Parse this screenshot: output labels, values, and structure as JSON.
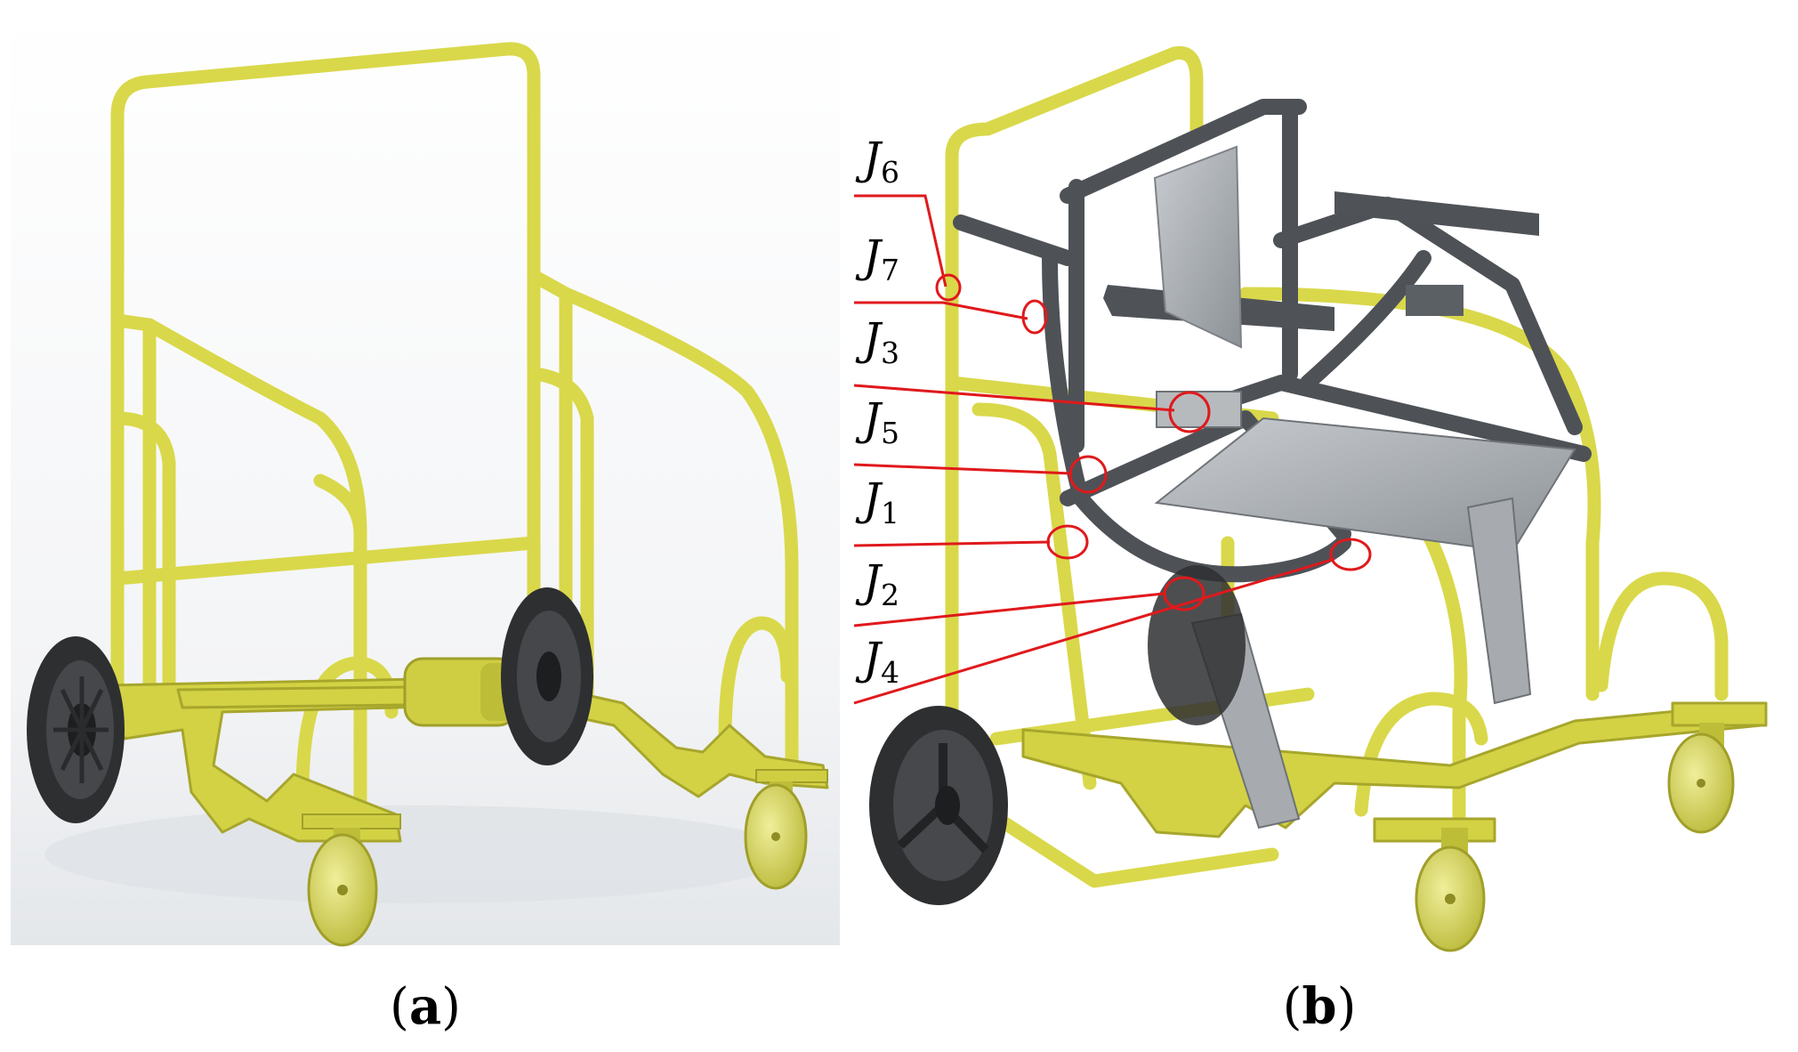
{
  "panels": {
    "a": {
      "caption_open": "(",
      "caption_letter": "a",
      "caption_close": ")"
    },
    "b": {
      "caption_open": "(",
      "caption_letter": "b",
      "caption_close": ")"
    }
  },
  "joint_labels": [
    {
      "letter": "J",
      "index": "6"
    },
    {
      "letter": "J",
      "index": "7"
    },
    {
      "letter": "J",
      "index": "3"
    },
    {
      "letter": "J",
      "index": "5"
    },
    {
      "letter": "J",
      "index": "1"
    },
    {
      "letter": "J",
      "index": "2"
    },
    {
      "letter": "J",
      "index": "4"
    }
  ],
  "colors": {
    "frame_yellow": "#d9d84a",
    "frame_shadow": "#a7a62c",
    "mechanism_gray": "#4e5257",
    "plate_silver": "#b9bdc1",
    "wheel_dark": "#2e2f31",
    "callout_red": "#e0191c"
  }
}
